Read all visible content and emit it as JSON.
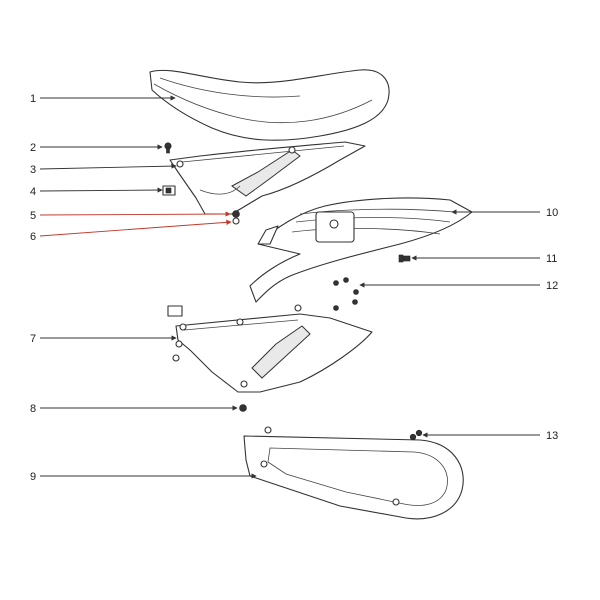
{
  "colors": {
    "leader": "#333333",
    "leader_highlight": "#c0392b",
    "outline": "#333333",
    "label": "#222222"
  },
  "callouts": [
    {
      "id": "1",
      "label": "1",
      "highlight": false
    },
    {
      "id": "2",
      "label": "2",
      "highlight": false
    },
    {
      "id": "3",
      "label": "3",
      "highlight": false
    },
    {
      "id": "4",
      "label": "4",
      "highlight": false
    },
    {
      "id": "5",
      "label": "5",
      "highlight": true
    },
    {
      "id": "6",
      "label": "6",
      "highlight": true
    },
    {
      "id": "7",
      "label": "7",
      "highlight": false
    },
    {
      "id": "8",
      "label": "8",
      "highlight": false
    },
    {
      "id": "9",
      "label": "9",
      "highlight": false
    },
    {
      "id": "10",
      "label": "10",
      "highlight": false
    },
    {
      "id": "11",
      "label": "11",
      "highlight": false
    },
    {
      "id": "12",
      "label": "12",
      "highlight": false
    },
    {
      "id": "13",
      "label": "13",
      "highlight": false
    }
  ]
}
